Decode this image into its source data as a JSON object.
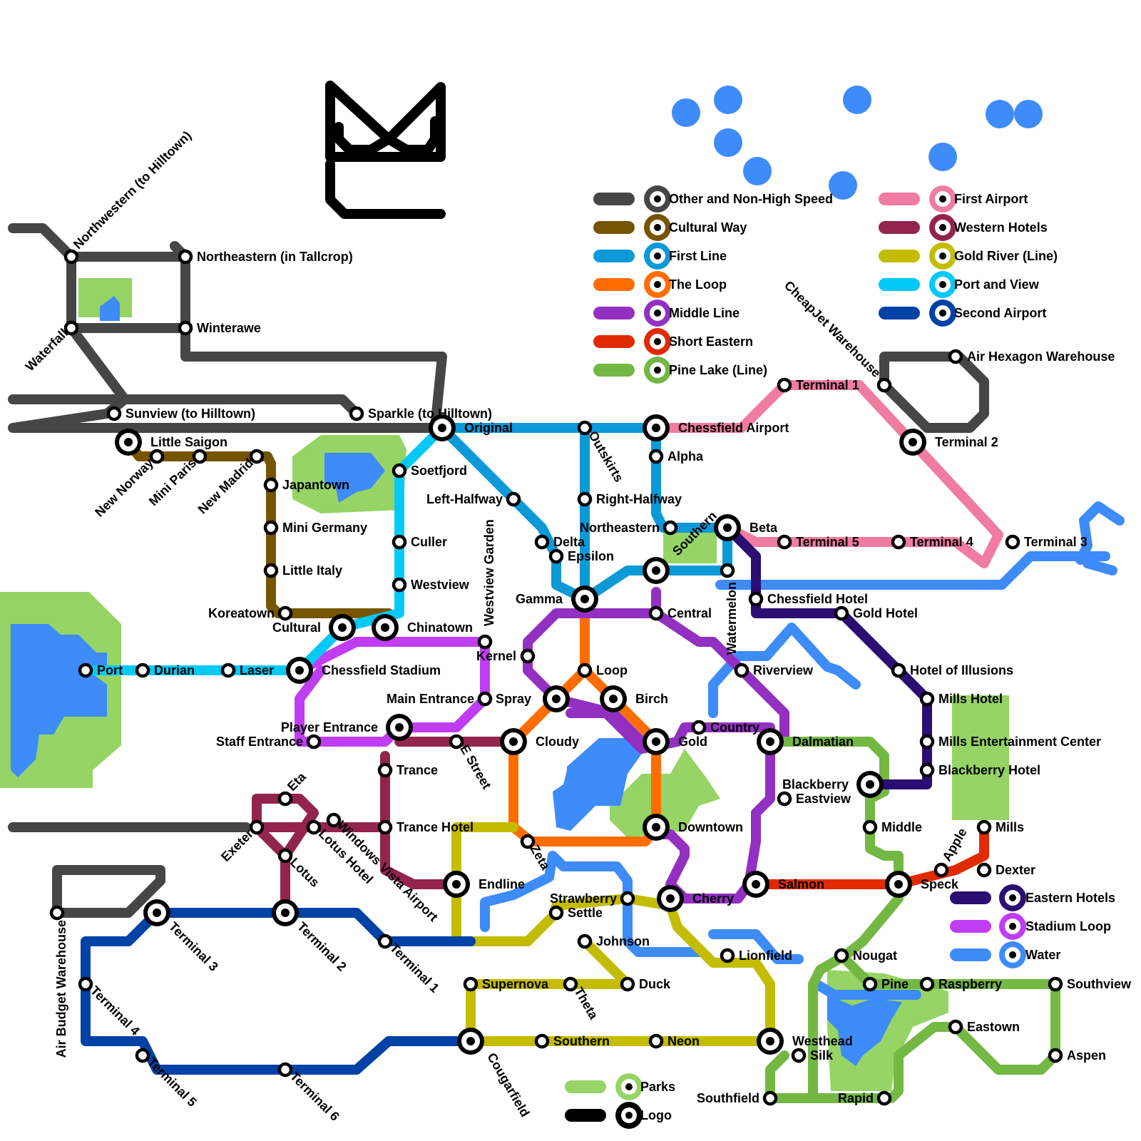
{
  "colors": {
    "other": "#464646",
    "cultural": "#765500",
    "first_line": "#0B99D8",
    "loop": "#FF6D00",
    "middle": "#9330C1",
    "short_eastern": "#E12A00",
    "pine_lake": "#74B844",
    "first_airport": "#F07CA0",
    "western_hotels": "#93244E",
    "gold_river": "#C3BC00",
    "port_view": "#03C9F8",
    "second_airport": "#0042A5",
    "eastern_hotels": "#2B0E72",
    "stadium": "#C03DF4",
    "water": "#3E8BFA",
    "parks": "#96D465",
    "logo": "#000000"
  },
  "legend": [
    {
      "id": "other",
      "label": "Other and Non-High Speed"
    },
    {
      "id": "cultural",
      "label": "Cultural Way"
    },
    {
      "id": "first_line",
      "label": "First Line"
    },
    {
      "id": "loop",
      "label": "The Loop"
    },
    {
      "id": "middle",
      "label": "Middle Line"
    },
    {
      "id": "short_eastern",
      "label": "Short Eastern"
    },
    {
      "id": "pine_lake",
      "label": "Pine Lake (Line)"
    },
    {
      "id": "first_airport",
      "label": "First Airport"
    },
    {
      "id": "western_hotels",
      "label": "Western Hotels"
    },
    {
      "id": "gold_river",
      "label": "Gold River (Line)"
    },
    {
      "id": "port_view",
      "label": "Port and View"
    },
    {
      "id": "second_airport",
      "label": "Second Airport"
    },
    {
      "id": "eastern_hotels",
      "label": "Eastern Hotels"
    },
    {
      "id": "stadium",
      "label": "Stadium Loop"
    },
    {
      "id": "water",
      "label": "Water"
    },
    {
      "id": "parks",
      "label": "Parks"
    },
    {
      "id": "logo",
      "label": "Logo"
    }
  ],
  "stations": [
    {
      "name": "Northwestern (to Hilltown)"
    },
    {
      "name": "Northeastern (in Tallcrop)"
    },
    {
      "name": "Waterfall"
    },
    {
      "name": "Winterawe"
    },
    {
      "name": "Sunview (to Hilltown)"
    },
    {
      "name": "Sparkle (to Hilltown)"
    },
    {
      "name": "Little Saigon"
    },
    {
      "name": "New Norway"
    },
    {
      "name": "Mini Paris"
    },
    {
      "name": "New Madrid"
    },
    {
      "name": "Japantown"
    },
    {
      "name": "Mini Germany"
    },
    {
      "name": "Little Italy"
    },
    {
      "name": "Koreatown"
    },
    {
      "name": "Cultural"
    },
    {
      "name": "Chinatown"
    },
    {
      "name": "Original"
    },
    {
      "name": "Soetfjord"
    },
    {
      "name": "Culler"
    },
    {
      "name": "Westview"
    },
    {
      "name": "Westview Garden"
    },
    {
      "name": "Left-Halfway"
    },
    {
      "name": "Delta"
    },
    {
      "name": "Epsilon"
    },
    {
      "name": "Outskirts"
    },
    {
      "name": "Right-Halfway"
    },
    {
      "name": "Gamma"
    },
    {
      "name": "Chessfield Airport"
    },
    {
      "name": "Alpha"
    },
    {
      "name": "Northeastern"
    },
    {
      "name": "Southern"
    },
    {
      "name": "Beta"
    },
    {
      "name": "Watermelon"
    },
    {
      "name": "Central"
    },
    {
      "name": "Terminal 1"
    },
    {
      "name": "Terminal 2"
    },
    {
      "name": "Terminal 3"
    },
    {
      "name": "Terminal 4"
    },
    {
      "name": "Terminal 5"
    },
    {
      "name": "CheapJet Warehouse"
    },
    {
      "name": "Air Hexagon Warehouse"
    },
    {
      "name": "Chessfield Hotel"
    },
    {
      "name": "Gold Hotel"
    },
    {
      "name": "Hotel of Illusions"
    },
    {
      "name": "Mills Hotel"
    },
    {
      "name": "Mills Entertainment Center"
    },
    {
      "name": "Blackberry Hotel"
    },
    {
      "name": "Port"
    },
    {
      "name": "Durian"
    },
    {
      "name": "Laser"
    },
    {
      "name": "Chessfield Stadium"
    },
    {
      "name": "Kernel"
    },
    {
      "name": "Loop"
    },
    {
      "name": "Spray"
    },
    {
      "name": "Birch"
    },
    {
      "name": "Riverview"
    },
    {
      "name": "Main Entrance"
    },
    {
      "name": "Player Entrance"
    },
    {
      "name": "Staff Entrance"
    },
    {
      "name": "Country"
    },
    {
      "name": "Cloudy"
    },
    {
      "name": "Gold"
    },
    {
      "name": "Dalmatian"
    },
    {
      "name": "E Street"
    },
    {
      "name": "Trance"
    },
    {
      "name": "Blackberry"
    },
    {
      "name": "Eastview"
    },
    {
      "name": "Eta"
    },
    {
      "name": "Exeter"
    },
    {
      "name": "Lotus Hotel"
    },
    {
      "name": "Lotus"
    },
    {
      "name": "Windows Vista Airport"
    },
    {
      "name": "Trance Hotel"
    },
    {
      "name": "Downtown"
    },
    {
      "name": "Middle"
    },
    {
      "name": "Mills"
    },
    {
      "name": "Zeta"
    },
    {
      "name": "Apple"
    },
    {
      "name": "Dexter"
    },
    {
      "name": "Endline"
    },
    {
      "name": "Salmon"
    },
    {
      "name": "Speck"
    },
    {
      "name": "Strawberry"
    },
    {
      "name": "Cherry"
    },
    {
      "name": "Settle"
    },
    {
      "name": "Air Budget Warehouse"
    },
    {
      "name": "Johnson"
    },
    {
      "name": "Lionfield"
    },
    {
      "name": "Nougat"
    },
    {
      "name": "Supernova"
    },
    {
      "name": "Theta"
    },
    {
      "name": "Duck"
    },
    {
      "name": "Pine"
    },
    {
      "name": "Raspberry"
    },
    {
      "name": "Southview"
    },
    {
      "name": "Eastown"
    },
    {
      "name": "Southern"
    },
    {
      "name": "Neon"
    },
    {
      "name": "Westhead"
    },
    {
      "name": "Silk"
    },
    {
      "name": "Aspen"
    },
    {
      "name": "Cougarfield"
    },
    {
      "name": "Southfield"
    },
    {
      "name": "Rapid"
    },
    {
      "name": "Terminal 4"
    },
    {
      "name": "Terminal 5"
    },
    {
      "name": "Terminal 6"
    },
    {
      "name": "Terminal 3"
    },
    {
      "name": "Terminal 2"
    },
    {
      "name": "Terminal 1"
    }
  ]
}
